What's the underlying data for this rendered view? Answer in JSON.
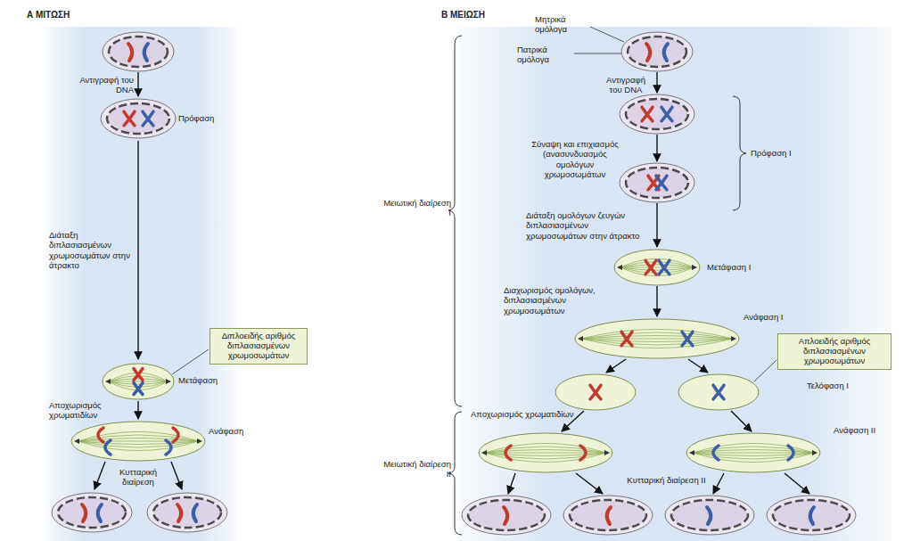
{
  "diagram": {
    "nodes": [
      {
        "text": [
          "Α ΜΙΤΩΣΗ"
        ]
      },
      {
        "text": [
          "Β ΜΕΙΩΣΗ"
        ]
      },
      {
        "text": [
          "Διπλοειδής αριθμός διπλασιασμένων χρωμοσωμάτων"
        ]
      },
      {
        "text": [
          "Απλοειδής αριθμός διπλασιασμένων χρωμοσωμάτων"
        ]
      }
    ],
    "labels": [
      "Αντιγραφή του DNA",
      "Πρόφαση",
      "Διάταξη διπλασιασμένων χρωμοσωμάτων στην άτρακτο",
      "Μετάφαση",
      "Αποχωρισμός χρωματιδίων",
      "Ανάφαση",
      "Κυτταρική διαίρεση",
      "Μητρικά ομόλογα",
      "Πατρικά ομόλογα",
      "Αντιγραφή του DNA",
      "Σύναψη και επιχιασμός (ανασυνδυασμός ομολόγων χρωμοσωμάτων",
      "Πρόφαση Ι",
      "Μειωτική διαίρεση Ι",
      "Διάταξη ομολόγων ζευγών διπλασιασμένων χρωμοσωμάτων στην άτρακτο",
      "Μετάφαση Ι",
      "Διαχωρισμός ομολόγων, διπλασιασμένων χρωμοσωμάτων",
      "Ανάφαση Ι",
      "Τελόφαση Ι",
      "Αποχωρισμός χρωματιδίων",
      "Ανάφαση ΙΙ",
      "Μειωτική διαίρεση ΙΙ",
      "Κυτταρική διαίρεση ΙΙ"
    ]
  }
}
